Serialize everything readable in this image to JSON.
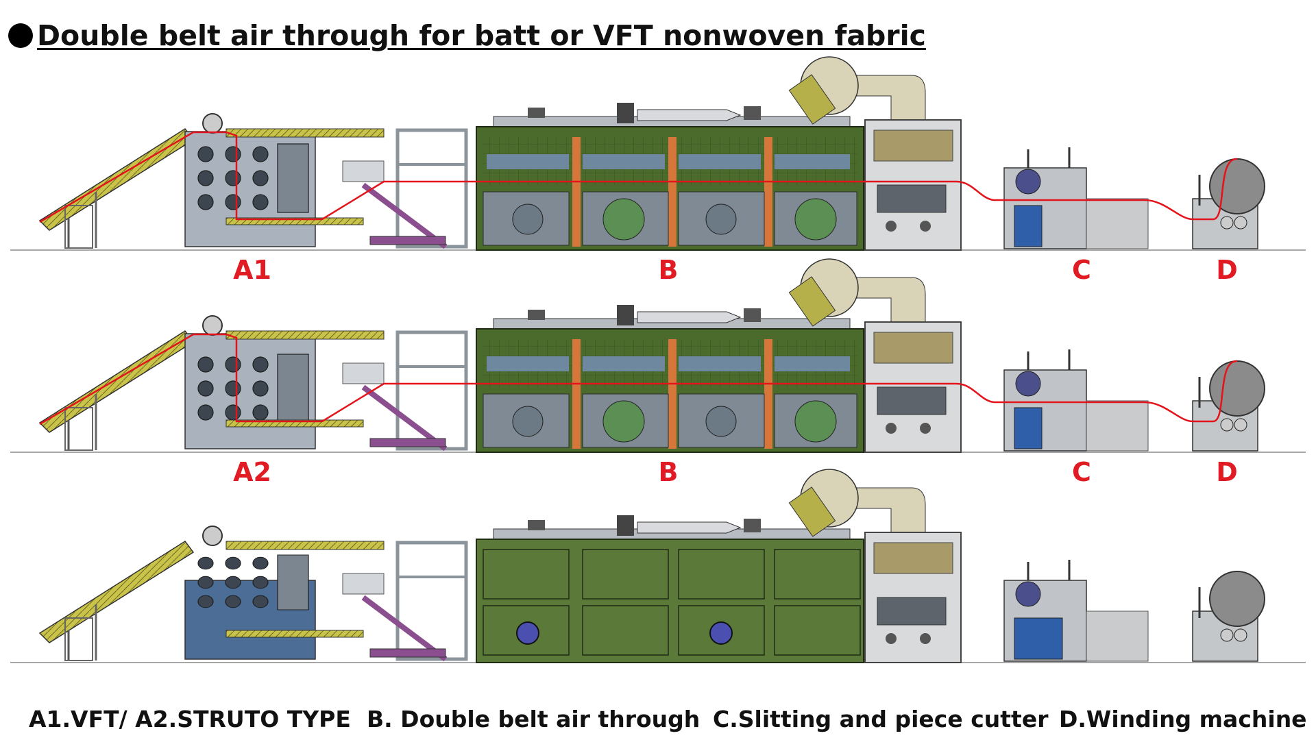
{
  "title": "Double belt air through for batt or VFT nonwoven fabric",
  "rows": [
    {
      "id": "row-1",
      "labels": [
        "A1",
        "B",
        "C",
        "D"
      ],
      "red_web": true,
      "feeder": "vft"
    },
    {
      "id": "row-2",
      "labels": [
        "A2",
        "B",
        "C",
        "D"
      ],
      "red_web": true,
      "feeder": "struto"
    },
    {
      "id": "row-3",
      "labels": [],
      "red_web": false,
      "feeder": "batt-enclosed"
    }
  ],
  "captions": {
    "a": "A1.VFT/ A2.STRUTO TYPE",
    "b": "B. Double belt air through",
    "c": "C.Slitting and piece cutter",
    "d": "D.Winding machine"
  },
  "colors": {
    "label_red": "#e01b24",
    "web_red": "#e3141b",
    "oven_green": "#4a6b2c",
    "oven_panel": "#5b7a3a",
    "frame_gray": "#9aa3ad",
    "belt_yellow": "#c9c34a",
    "duct_beige": "#d9d3b8",
    "fan_olive": "#b5b04a",
    "cabinet_blue": "#4b6d96",
    "slitter_blue": "#2f5fa8",
    "heater_orange": "#d7763a"
  }
}
